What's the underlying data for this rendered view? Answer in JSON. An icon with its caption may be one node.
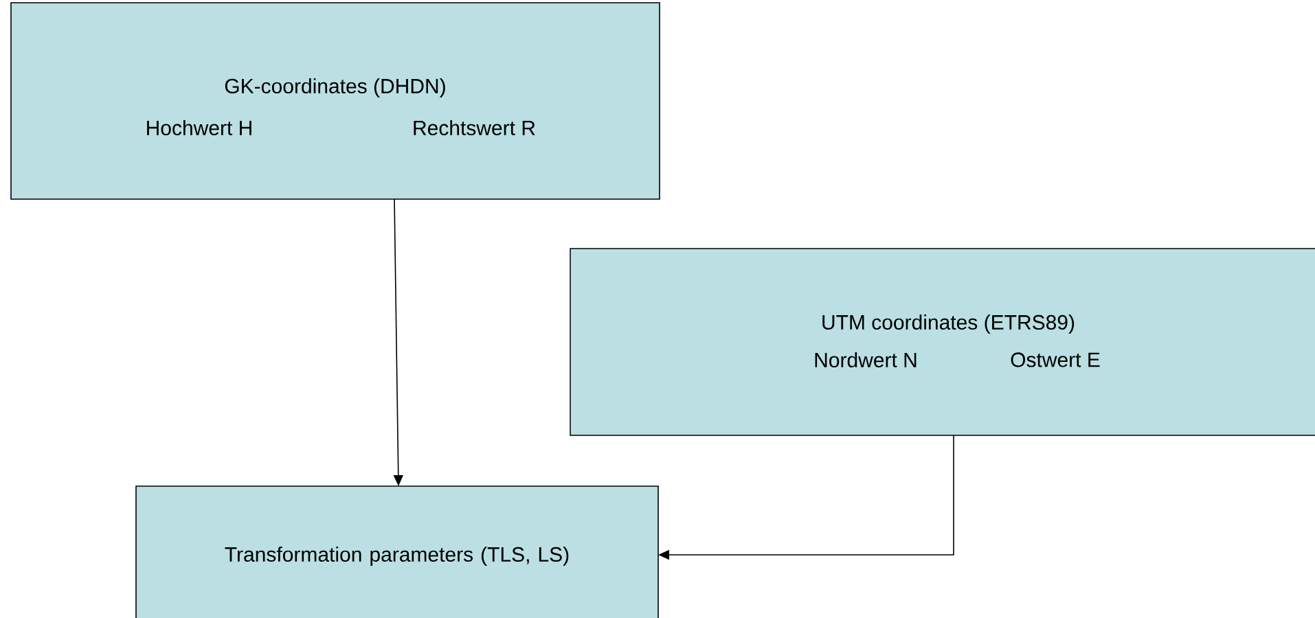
{
  "diagram": {
    "nodes": [
      {
        "text": [
          "GK-coordinates (DHDN)",
          "Hochwert H",
          "Rechtswert R"
        ]
      },
      {
        "text": [
          "UTM coordinates (ETRS89)",
          "Nordwert N",
          "Ostwert E"
        ]
      },
      {
        "text": [
          "Transformation parameters (TLS, LS)"
        ]
      }
    ],
    "edges": [
      {
        "from": 0,
        "to": 2,
        "arrow": "to"
      },
      {
        "from": 1,
        "to": 2,
        "arrow": "to"
      }
    ]
  }
}
